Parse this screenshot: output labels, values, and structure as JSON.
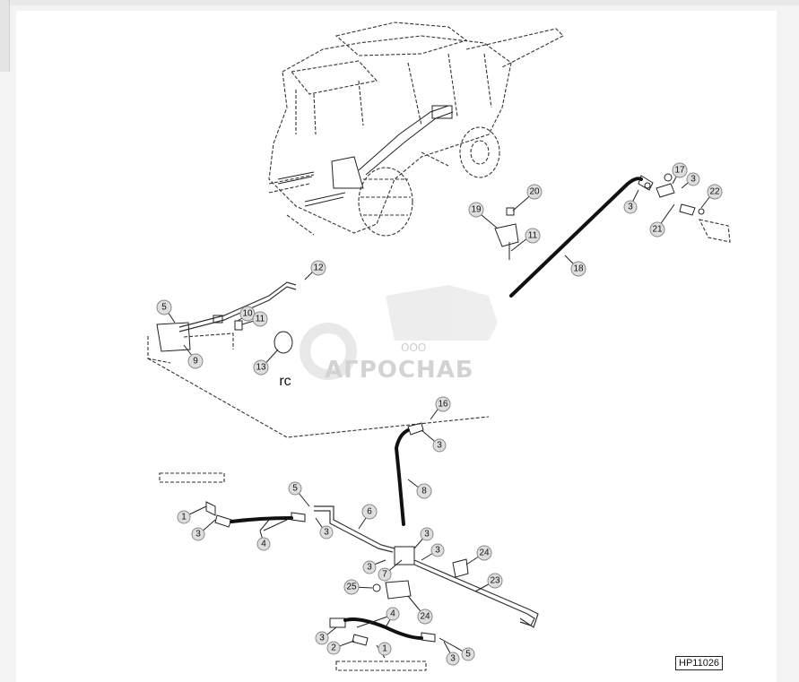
{
  "figure_id": "HP11026",
  "watermark": {
    "prefix": "ООО",
    "name": "АГРОСНАБ"
  },
  "stray_text": "rc",
  "callouts": {
    "c12": "12",
    "c5a": "5",
    "c10": "10",
    "c11a": "11",
    "c9": "9",
    "c13": "13",
    "c17": "17",
    "c3a": "3",
    "c22": "22",
    "c20": "20",
    "c19": "19",
    "c11b": "11",
    "c21": "21",
    "c3b": "3",
    "c18": "18",
    "c16": "16",
    "c3c": "3",
    "c8": "8",
    "c1a": "1",
    "c3d": "3",
    "c4a": "4",
    "c5b": "5",
    "c3e": "3",
    "c6": "6",
    "c3f": "3",
    "c3g": "3",
    "c7": "7",
    "c3h": "3",
    "c24a": "24",
    "c25": "25",
    "c23": "23",
    "c24b": "24",
    "c4b": "4",
    "c3i": "3",
    "c2": "2",
    "c1b": "1",
    "c3j": "3",
    "c5c": "5"
  }
}
